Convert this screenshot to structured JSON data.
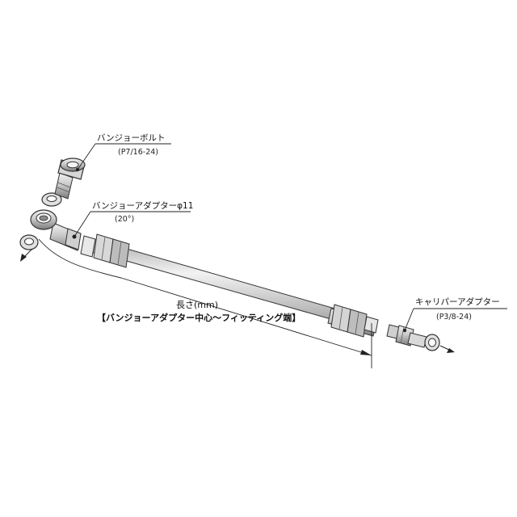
{
  "labels": {
    "banjo_bolt": "バンジョーボルト",
    "banjo_bolt_spec": "(P7/16-24)",
    "banjo_adapter": "バンジョーアダプターφ11",
    "banjo_adapter_spec": "(20°)",
    "caliper_adapter": "キャリパーアダプター",
    "caliper_adapter_spec": "(P3/8-24)",
    "length_title": "長さ(mm)",
    "length_desc": "【バンジョーアダプター中心～フィッティング端】"
  },
  "colors": {
    "line": "#222222",
    "metal_light": "#e6e6e6",
    "metal_mid": "#b8b8b8",
    "metal_dark": "#7a7a7a",
    "hose": "#d9d9d9"
  }
}
